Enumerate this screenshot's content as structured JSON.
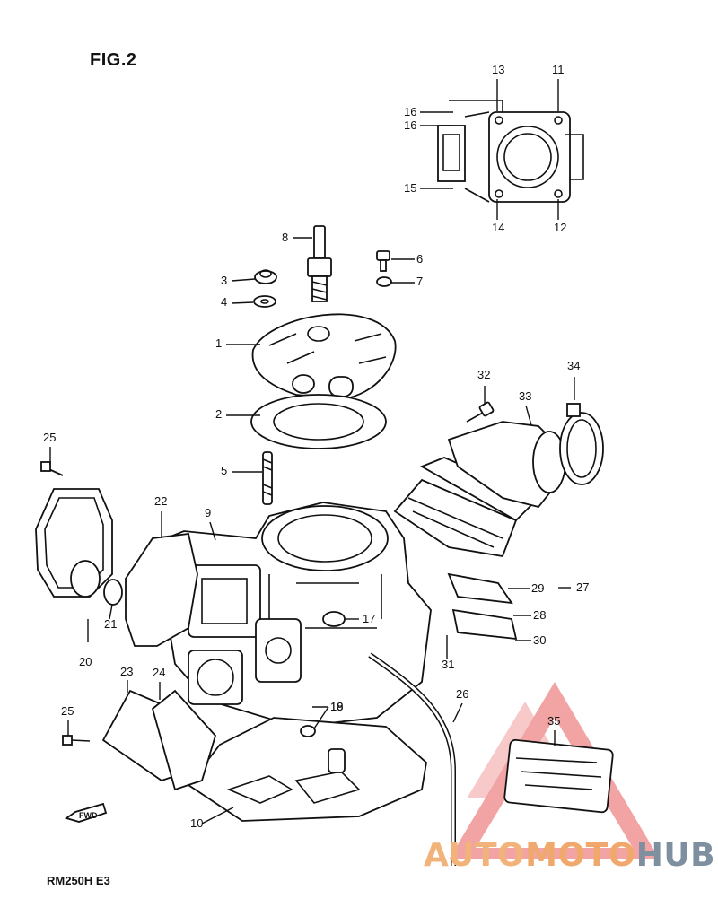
{
  "figure": {
    "title": "FIG.2",
    "model_code": "RM250H E3"
  },
  "watermark": {
    "part_a": "AUTO",
    "part_b": "MOTO",
    "part_c": "HUB",
    "color_a": "#f2b37a",
    "color_c": "#7e8fa0",
    "logo_color": "#e85a5a"
  },
  "fwd_label": "FWD",
  "callouts": [
    "1",
    "2",
    "3",
    "4",
    "5",
    "6",
    "7",
    "8",
    "9",
    "10",
    "11",
    "12",
    "13",
    "14",
    "15",
    "16",
    "16",
    "17",
    "18",
    "19",
    "20",
    "21",
    "22",
    "23",
    "24",
    "25",
    "25",
    "26",
    "27",
    "28",
    "29",
    "30",
    "31",
    "32",
    "33",
    "34",
    "35"
  ]
}
